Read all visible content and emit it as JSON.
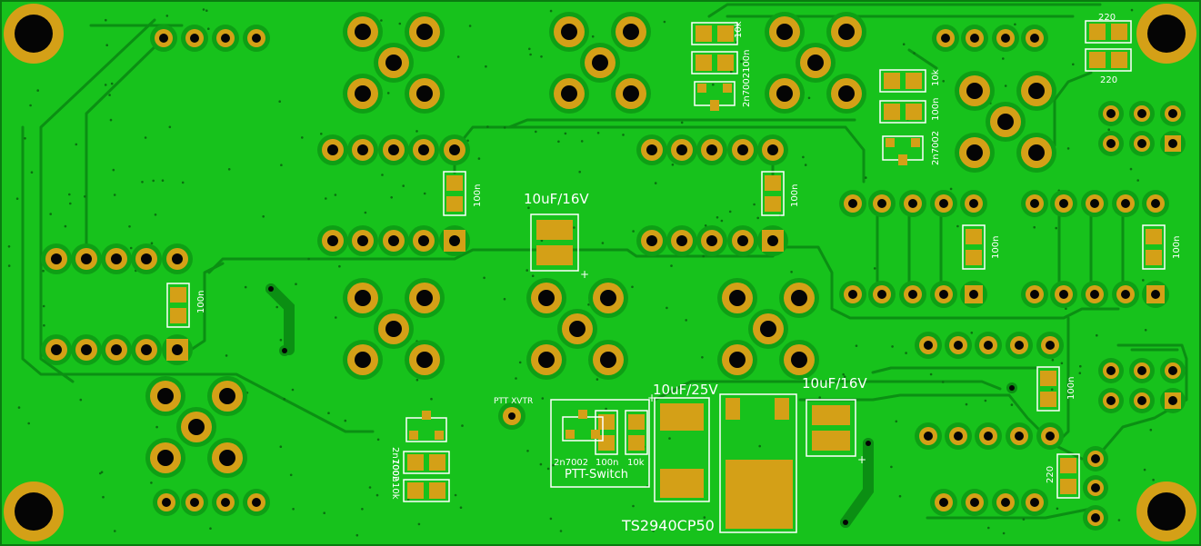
{
  "board": {
    "colors": {
      "copper": "#17c21c",
      "edge": "#0a7a10",
      "trace": "#0b8f13",
      "pad": "#d4a017",
      "hole": "#050505",
      "ring": "#0e9f15",
      "silk": "#ffffff"
    }
  },
  "labels": {
    "cap_top_mid": "10uF/16V",
    "cap_bot_left": "10uF/25V",
    "cap_bot_right": "10uF/16V",
    "regulator": "TS2940CP50",
    "ptt_xvtr": "PTT XVTR",
    "ptt_switch": "PTT-Switch",
    "q_ptt": "2n7002",
    "c_ptt": "100n",
    "r_ptt": "10k",
    "q_top1": "2n7002",
    "c_top1": "100n",
    "r_top1": "10k",
    "q_top2": "2n7002",
    "c_top2": "100n",
    "r_top2": "10k",
    "q_bl": "2n7002",
    "c_bl": "100n",
    "r_bl": "10k",
    "c_ic1": "100n",
    "c_ic2": "100n",
    "c_left": "100n",
    "c_right1": "100n",
    "c_right2": "100n",
    "c_right3": "100n",
    "r_top_right_a": "220",
    "r_top_right_b": "220",
    "r_bottom_right": "220"
  }
}
